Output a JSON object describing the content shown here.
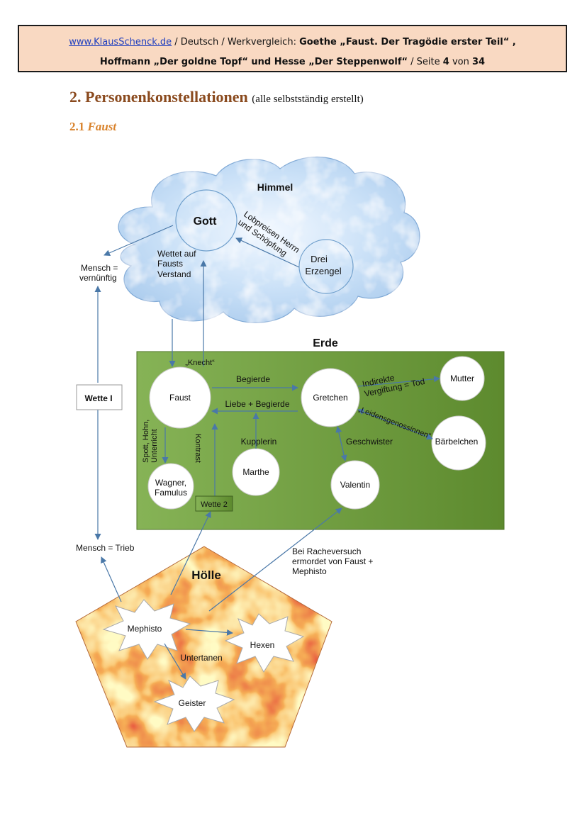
{
  "header": {
    "link": "www.KlausSchenck.de",
    "line1_rest": " / Deutsch / Werkvergleich: ",
    "line1_bold": "Goethe „Faust. Der Tragödie erster Teil“ ,",
    "line2_bold": "Hoffmann „Der goldne Topf“ und Hesse „Der Steppenwolf“",
    "line2_rest": " / Seite ",
    "page": "4",
    "von": " von ",
    "total": "34"
  },
  "section": {
    "title": "2. Personenkonstellationen",
    "note": "(alle selbstständig erstellt)"
  },
  "subsection": {
    "number": "2.1 ",
    "title": "Faust"
  },
  "diagram": {
    "himmel": "Himmel",
    "erde": "Erde",
    "hoelle": "Hölle",
    "gott": "Gott",
    "erzengel": [
      "Drei",
      "Erzengel"
    ],
    "lobpreisen": [
      "Lobpreisen Herrn",
      "und Schöpfung"
    ],
    "wettet": [
      "Wettet auf",
      "Fausts",
      "Verstand"
    ],
    "mensch_vernuenftig": [
      "Mensch =",
      "vernünftig"
    ],
    "wette1": "Wette I",
    "wette2": "Wette 2",
    "mensch_trieb": "Mensch = Trieb",
    "knecht": "„Knecht“",
    "faust": "Faust",
    "gretchen": "Gretchen",
    "mutter": "Mutter",
    "baerbelchen": "Bärbelchen",
    "begierde": "Begierde",
    "liebe_begierde": "Liebe + Begierde",
    "vergiftung": [
      "Indirekte",
      "Vergiftung = Tod"
    ],
    "leidensgenossinnen": "„Leidensgenossinnen“",
    "kupplerin": "Kupplerin",
    "geschwister": "Geschwister",
    "marthe": "Marthe",
    "valentin": "Valentin",
    "wagner": [
      "Wagner,",
      "Famulus"
    ],
    "spott": [
      "Spott, Hohn,",
      "Unterricht"
    ],
    "kontrast": "Kontrast",
    "racheversuch": [
      "Bei Racheversuch",
      "ermordet von Faust +",
      "Mephisto"
    ],
    "mephisto": "Mephisto",
    "hexen": "Hexen",
    "untertanen": "Untertanen",
    "geister": "Geister"
  }
}
